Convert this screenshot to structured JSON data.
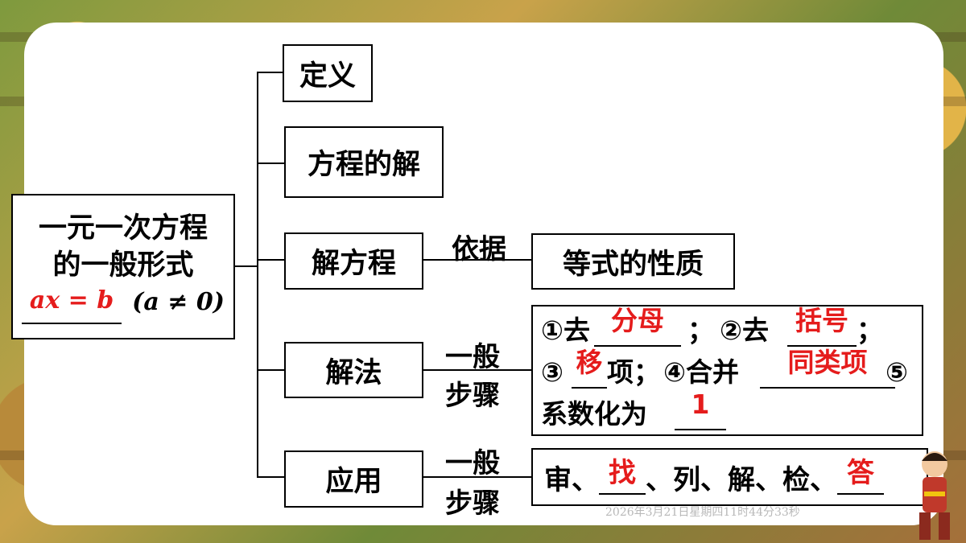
{
  "main": {
    "line1": "一元一次方程",
    "line2": "的一般形式",
    "formula_answer": "ax = b",
    "formula_cond": "(a ≠ 0)"
  },
  "branches": {
    "definition": "定义",
    "solution": "方程的解",
    "solving": "解方程",
    "method": "解法",
    "application": "应用"
  },
  "labels": {
    "basis": "依据",
    "general_top": "一般",
    "general_bottom": "步骤",
    "general_top2": "一般",
    "general_bottom2": "步骤"
  },
  "equality_property": "等式的性质",
  "steps": {
    "s1_prefix": "①去",
    "s1_answer": "分母",
    "s1_sep": "；",
    "s2_prefix": "②去",
    "s2_answer": "括号",
    "s2_sep": "；",
    "s3_prefix": "③",
    "s3_answer": "移",
    "s3_suffix": "项；",
    "s4_prefix": "④合并",
    "s4_answer": "同类项",
    "s5_prefix": "⑤",
    "s5_text": "系数化为",
    "s5_answer": "1"
  },
  "application_steps": {
    "a1": "审、",
    "a2_answer": "找",
    "a3": "、列、解、检、",
    "a4_answer": "答"
  },
  "watermark": "2026年3月21日星期四11时44分33秒",
  "colors": {
    "answer": "#e51c1c",
    "card": "#ffffff"
  }
}
